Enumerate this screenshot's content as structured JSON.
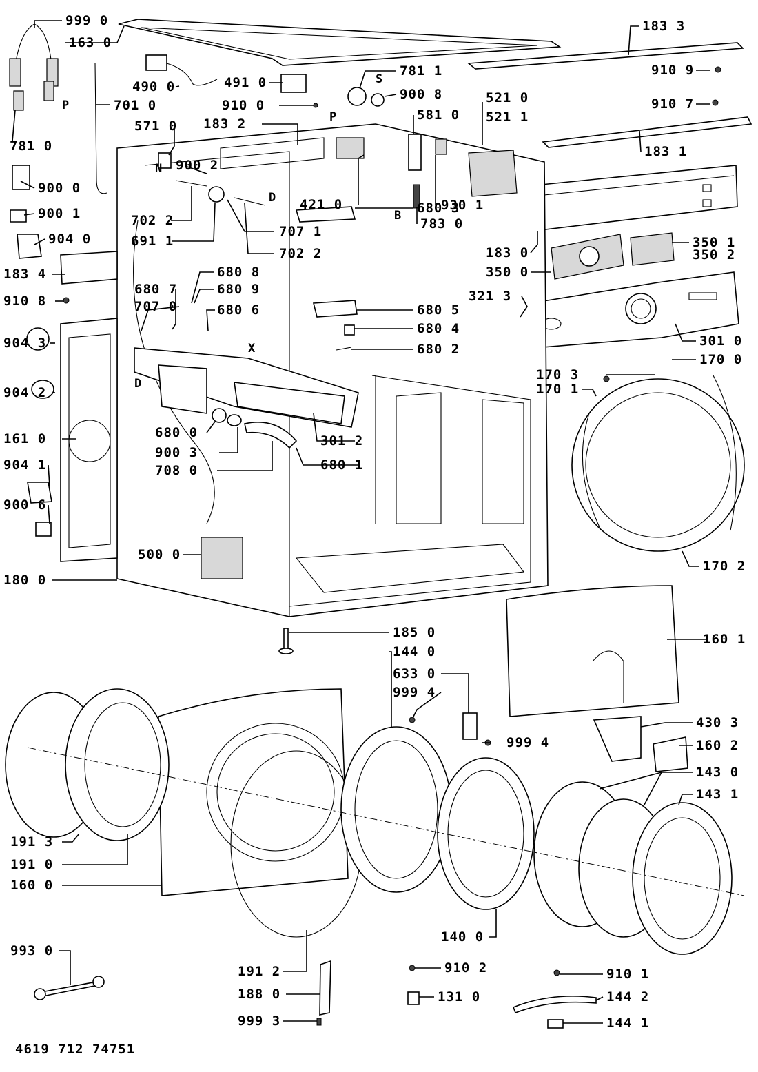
{
  "labels": [
    {
      "id": "999-0",
      "text": "999 0"
    },
    {
      "id": "163-0",
      "text": "163 0"
    },
    {
      "id": "490-0",
      "text": "490 0"
    },
    {
      "id": "491-0",
      "text": "491 0"
    },
    {
      "id": "781-1",
      "text": "781 1"
    },
    {
      "id": "900-8",
      "text": "900 8"
    },
    {
      "id": "910-0",
      "text": "910 0"
    },
    {
      "id": "701-0",
      "text": "701 0"
    },
    {
      "id": "183-2",
      "text": "183 2"
    },
    {
      "id": "581-0",
      "text": "581 0"
    },
    {
      "id": "571-0",
      "text": "571 0"
    },
    {
      "id": "781-0",
      "text": "781 0"
    },
    {
      "id": "900-2",
      "text": "900 2"
    },
    {
      "id": "900-0",
      "text": "900 0"
    },
    {
      "id": "900-1",
      "text": "900 1"
    },
    {
      "id": "904-0",
      "text": "904 0"
    },
    {
      "id": "702-2a",
      "text": "702 2"
    },
    {
      "id": "691-1",
      "text": "691 1"
    },
    {
      "id": "707-1",
      "text": "707 1"
    },
    {
      "id": "702-2b",
      "text": "702 2"
    },
    {
      "id": "421-0",
      "text": "421 0"
    },
    {
      "id": "783-0",
      "text": "783 0"
    },
    {
      "id": "930-1",
      "text": "930 1"
    },
    {
      "id": "183-3",
      "text": "183 3"
    },
    {
      "id": "910-9",
      "text": "910 9"
    },
    {
      "id": "910-7",
      "text": "910 7"
    },
    {
      "id": "183-1",
      "text": "183 1"
    },
    {
      "id": "521-0",
      "text": "521 0"
    },
    {
      "id": "521-1",
      "text": "521 1"
    },
    {
      "id": "183-0",
      "text": "183 0"
    },
    {
      "id": "350-1",
      "text": "350 1"
    },
    {
      "id": "350-2",
      "text": "350 2"
    },
    {
      "id": "350-0",
      "text": "350 0"
    },
    {
      "id": "183-4",
      "text": "183 4"
    },
    {
      "id": "910-8",
      "text": "910 8"
    },
    {
      "id": "680-8",
      "text": "680 8"
    },
    {
      "id": "680-7",
      "text": "680 7"
    },
    {
      "id": "680-9",
      "text": "680 9"
    },
    {
      "id": "707-0",
      "text": "707 0"
    },
    {
      "id": "680-6",
      "text": "680 6"
    },
    {
      "id": "680-3",
      "text": "680 3"
    },
    {
      "id": "680-5",
      "text": "680 5"
    },
    {
      "id": "680-4",
      "text": "680 4"
    },
    {
      "id": "680-2",
      "text": "680 2"
    },
    {
      "id": "321-3",
      "text": "321 3"
    },
    {
      "id": "301-0",
      "text": "301 0"
    },
    {
      "id": "904-3",
      "text": "904 3"
    },
    {
      "id": "170-3",
      "text": "170 3"
    },
    {
      "id": "170-0",
      "text": "170 0"
    },
    {
      "id": "170-1",
      "text": "170 1"
    },
    {
      "id": "904-2",
      "text": "904 2"
    },
    {
      "id": "680-0",
      "text": "680 0"
    },
    {
      "id": "301-2",
      "text": "301 2"
    },
    {
      "id": "161-0",
      "text": "161 0"
    },
    {
      "id": "900-3",
      "text": "900 3"
    },
    {
      "id": "904-1",
      "text": "904 1"
    },
    {
      "id": "708-0",
      "text": "708 0"
    },
    {
      "id": "680-1",
      "text": "680 1"
    },
    {
      "id": "900-6",
      "text": "900 6"
    },
    {
      "id": "500-0",
      "text": "500 0"
    },
    {
      "id": "180-0",
      "text": "180 0"
    },
    {
      "id": "170-2",
      "text": "170 2"
    },
    {
      "id": "185-0",
      "text": "185 0"
    },
    {
      "id": "144-0",
      "text": "144 0"
    },
    {
      "id": "160-1",
      "text": "160 1"
    },
    {
      "id": "633-0",
      "text": "633 0"
    },
    {
      "id": "999-4a",
      "text": "999 4"
    },
    {
      "id": "430-3",
      "text": "430 3"
    },
    {
      "id": "999-4b",
      "text": "999 4"
    },
    {
      "id": "160-2",
      "text": "160 2"
    },
    {
      "id": "143-0",
      "text": "143 0"
    },
    {
      "id": "143-1",
      "text": "143 1"
    },
    {
      "id": "191-3",
      "text": "191 3"
    },
    {
      "id": "191-0",
      "text": "191 0"
    },
    {
      "id": "160-0",
      "text": "160 0"
    },
    {
      "id": "140-0",
      "text": "140 0"
    },
    {
      "id": "993-0",
      "text": "993 0"
    },
    {
      "id": "191-2",
      "text": "191 2"
    },
    {
      "id": "910-2",
      "text": "910 2"
    },
    {
      "id": "910-1",
      "text": "910 1"
    },
    {
      "id": "188-0",
      "text": "188 0"
    },
    {
      "id": "131-0",
      "text": "131 0"
    },
    {
      "id": "144-2",
      "text": "144 2"
    },
    {
      "id": "999-3",
      "text": "999 3"
    },
    {
      "id": "144-1",
      "text": "144 1"
    }
  ],
  "letters": [
    {
      "id": "P-a",
      "text": "P"
    },
    {
      "id": "S",
      "text": "S"
    },
    {
      "id": "P-b",
      "text": "P"
    },
    {
      "id": "N",
      "text": "N"
    },
    {
      "id": "D-a",
      "text": "D"
    },
    {
      "id": "B",
      "text": "B"
    },
    {
      "id": "X",
      "text": "X"
    },
    {
      "id": "D-b",
      "text": "D"
    }
  ],
  "footer": "4619 712 74751"
}
